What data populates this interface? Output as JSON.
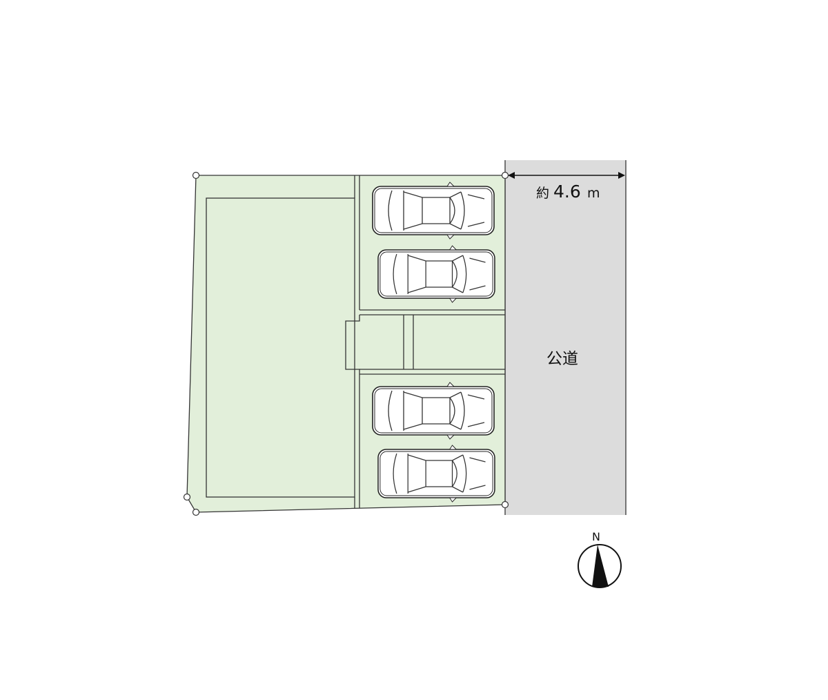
{
  "road": {
    "label": "公道",
    "width_prefix": "約",
    "width_value": "4.6",
    "width_unit": "m"
  },
  "compass": {
    "label": "N"
  },
  "parking": {
    "car_count": 4
  },
  "colors": {
    "lot": "#e2efda",
    "road": "#dcdcdc",
    "line": "#333333"
  }
}
